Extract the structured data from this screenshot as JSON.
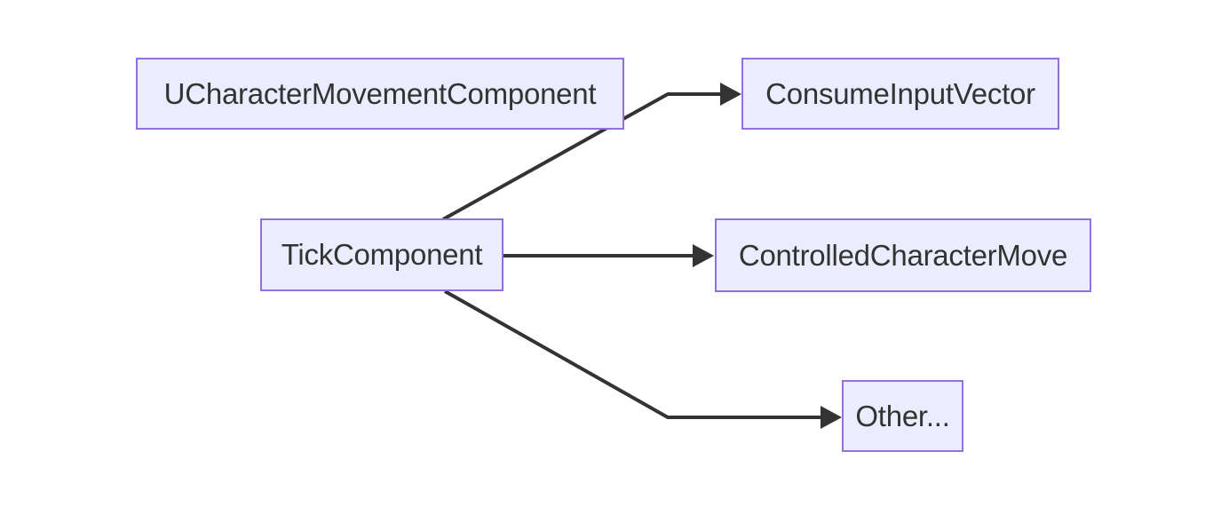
{
  "diagram": {
    "type": "flowchart",
    "direction": "left-to-right",
    "nodes": {
      "ucmc": {
        "label": "UCharacterMovementComponent"
      },
      "consume": {
        "label": "ConsumeInputVector"
      },
      "tick": {
        "label": "TickComponent"
      },
      "move": {
        "label": "ControlledCharacterMove"
      },
      "other": {
        "label": "Other..."
      }
    },
    "edges": [
      {
        "from": "TickComponent",
        "to": "ConsumeInputVector",
        "arrow": "filled-triangle"
      },
      {
        "from": "TickComponent",
        "to": "ControlledCharacterMove",
        "arrow": "filled-triangle"
      },
      {
        "from": "TickComponent",
        "to": "Other...",
        "arrow": "filled-triangle"
      }
    ],
    "colors": {
      "node_fill": "#ECECFF",
      "node_border": "#9370DB",
      "edge": "#333333",
      "text": "#333333",
      "background": "#FFFFFF"
    }
  }
}
